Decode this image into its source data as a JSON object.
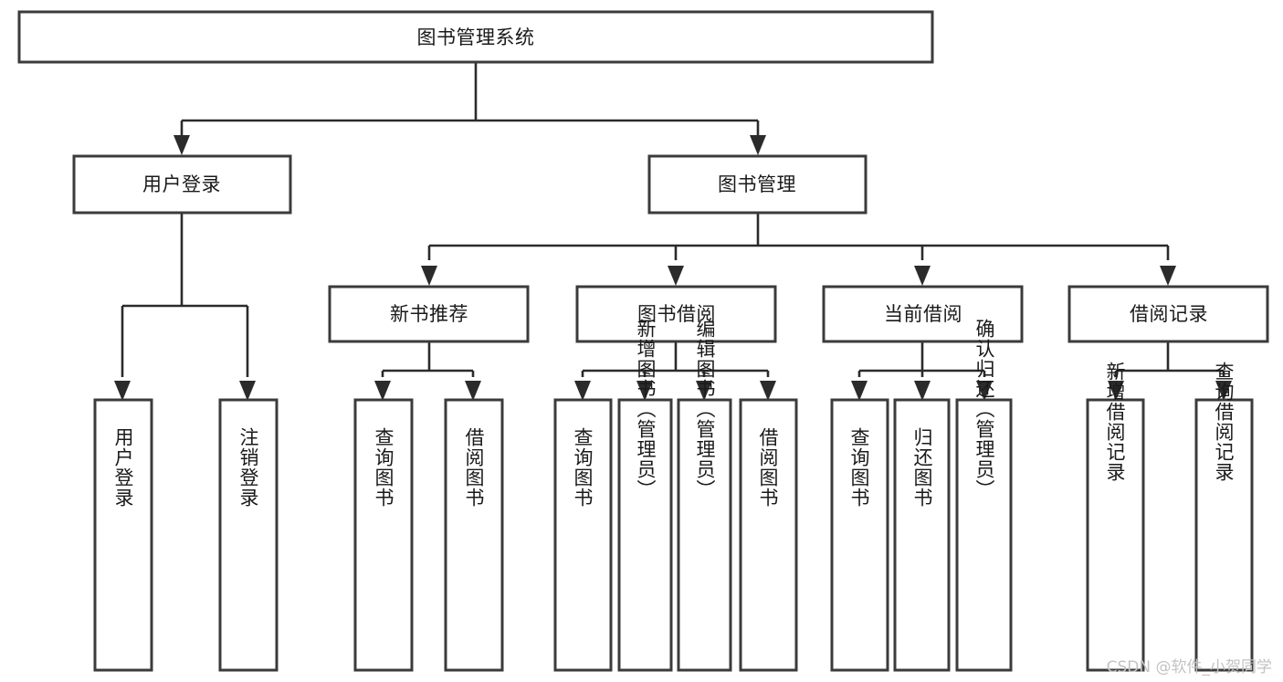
{
  "diagram": {
    "type": "tree-hierarchy",
    "title": "图书管理系统",
    "orientation": "top-down",
    "colors": {
      "box_stroke": "#3b3b3b",
      "connector": "#2b2b2b",
      "background": "#ffffff",
      "text": "#1a1a1a",
      "watermark": "#c3c3c3"
    },
    "root": {
      "label": "图书管理系统"
    },
    "level2": [
      {
        "label": "用户登录"
      },
      {
        "label": "图书管理"
      }
    ],
    "level3": [
      {
        "label": "新书推荐"
      },
      {
        "label": "图书借阅"
      },
      {
        "label": "当前借阅"
      },
      {
        "label": "借阅记录"
      }
    ],
    "leaves": {
      "user_login": [
        {
          "label": "用户登录"
        },
        {
          "label": "注销登录"
        }
      ],
      "new_book_recommend": [
        {
          "label": "查询图书"
        },
        {
          "label": "借阅图书"
        }
      ],
      "book_borrow": [
        {
          "label": "查询图书"
        },
        {
          "label": "新增图书（管理员）"
        },
        {
          "label": "编辑图书（管理员）"
        },
        {
          "label": "借阅图书"
        }
      ],
      "current_borrow": [
        {
          "label": "查询图书"
        },
        {
          "label": "归还图书"
        },
        {
          "label": "确认归还（管理员）"
        }
      ],
      "borrow_record": [
        {
          "label": "新增借阅记录"
        },
        {
          "label": "查询借阅记录"
        }
      ]
    }
  },
  "watermark": {
    "text": "CSDN @软件_小贺同学"
  }
}
